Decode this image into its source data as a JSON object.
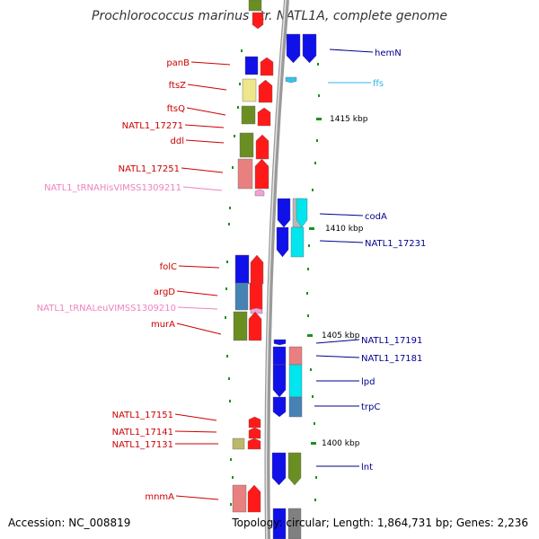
{
  "title": "Prochlorococcus marinus str. NATL1A, complete genome",
  "accession": "Accession: NC_008819",
  "topology": "Topology: circular; Length: 1,864,731 bp; Genes: 2,236",
  "colors": {
    "blue": "#1010e8",
    "red": "#ff1a1a",
    "olive": "#6b8e23",
    "khaki": "#eee68c",
    "salmon": "#e88080",
    "cyan": "#00e5ee",
    "steel": "#4682b4",
    "gray": "#b8b8b8",
    "darkgray": "#808080",
    "tan": "#bdb76b",
    "pink": "#f4a0d8",
    "skyblue": "#33c4ee",
    "tick": "#1f8f1f",
    "label_left": "#cc0000",
    "label_right": "#00008b",
    "label_rna": "#ee82c0",
    "label_sky": "#33b5e5"
  },
  "scale": {
    "ticks": [
      {
        "label": "1415 kbp"
      },
      {
        "label": "1410 kbp"
      },
      {
        "label": "1405 kbp"
      },
      {
        "label": "1400 kbp"
      }
    ]
  },
  "labels_left": [
    {
      "text": "panB",
      "color": "label_left"
    },
    {
      "text": "ftsZ",
      "color": "label_left"
    },
    {
      "text": "ftsQ",
      "color": "label_left"
    },
    {
      "text": "NATL1_17271",
      "color": "label_left"
    },
    {
      "text": "ddl",
      "color": "label_left"
    },
    {
      "text": "NATL1_17251",
      "color": "label_left"
    },
    {
      "text": "NATL1_tRNAHisVIMSS1309211",
      "color": "label_rna"
    },
    {
      "text": "folC",
      "color": "label_left"
    },
    {
      "text": "argD",
      "color": "label_left"
    },
    {
      "text": "NATL1_tRNALeuVIMSS1309210",
      "color": "label_rna"
    },
    {
      "text": "murA",
      "color": "label_left"
    },
    {
      "text": "NATL1_17151",
      "color": "label_left"
    },
    {
      "text": "NATL1_17141",
      "color": "label_left"
    },
    {
      "text": "NATL1_17131",
      "color": "label_left"
    },
    {
      "text": "mnmA",
      "color": "label_left"
    }
  ],
  "labels_right": [
    {
      "text": "hemN",
      "color": "label_right"
    },
    {
      "text": "ffs",
      "color": "label_sky"
    },
    {
      "text": "codA",
      "color": "label_right"
    },
    {
      "text": "NATL1_17231",
      "color": "label_right"
    },
    {
      "text": "NATL1_17191",
      "color": "label_right"
    },
    {
      "text": "NATL1_17181",
      "color": "label_right"
    },
    {
      "text": "lpd",
      "color": "label_right"
    },
    {
      "text": "trpC",
      "color": "label_right"
    },
    {
      "text": "lnt",
      "color": "label_right"
    }
  ]
}
